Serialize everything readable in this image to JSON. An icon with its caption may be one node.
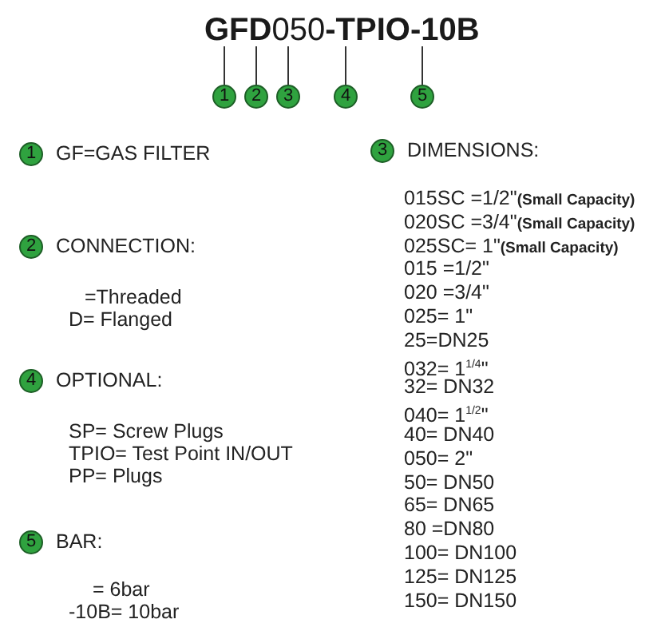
{
  "diagram": {
    "nodes": [
      {
        "text": [
          "GF"
        ]
      },
      {
        "text": [
          "D"
        ]
      },
      {
        "text": [
          "050"
        ]
      },
      {
        "text": [
          "-TPIO"
        ]
      },
      {
        "text": [
          "-10B"
        ]
      },
      {
        "text": [
          "1"
        ]
      },
      {
        "text": [
          "2"
        ]
      },
      {
        "text": [
          "3"
        ]
      },
      {
        "text": [
          "4"
        ]
      },
      {
        "text": [
          "5"
        ]
      },
      {
        "text": [
          "1"
        ],
        "beside": [
          "GF=GAS FILTER"
        ]
      },
      {
        "text": [
          "3"
        ],
        "beside": [
          "DIMENSIONS:"
        ]
      },
      {
        "text": [
          "2"
        ],
        "beside": [
          "CONNECTION:"
        ]
      },
      {
        "text": [
          "4"
        ],
        "beside": [
          "OPTIONAL:"
        ]
      },
      {
        "text": [
          "5"
        ],
        "beside": [
          "BAR:"
        ]
      }
    ],
    "edges": [
      {
        "from": 0,
        "to": 5,
        "arrow": "none"
      },
      {
        "from": 1,
        "to": 6,
        "arrow": "none"
      },
      {
        "from": 2,
        "to": 7,
        "arrow": "none"
      },
      {
        "from": 3,
        "to": 8,
        "arrow": "none"
      },
      {
        "from": 4,
        "to": 9,
        "arrow": "none"
      }
    ],
    "labels": [
      "015SC =1/2\"**(Small Capacity)**",
      "020SC =3/4\"**(Small Capacity)**",
      "025SC= 1\"**(Small Capacity)**",
      "015 =1/2\"",
      "020 =3/4\"",
      "025= 1\"",
      "25=DN25",
      "032= 1$^{1/4}$\"",
      "32= DN32",
      "040= 1$^{1/2}$\"",
      "40= DN40",
      "050= 2\"",
      "50= DN50",
      "65= DN65",
      "80 =DN80",
      "100= DN100",
      "125= DN125",
      "150= DN150",
      "=Threaded",
      "D= Flanged",
      "SP= Screw Plugs",
      "TPIO= Test Point IN/OUT",
      "PP= Plugs",
      "= 6bar",
      "-10B= 10bar"
    ]
  }
}
